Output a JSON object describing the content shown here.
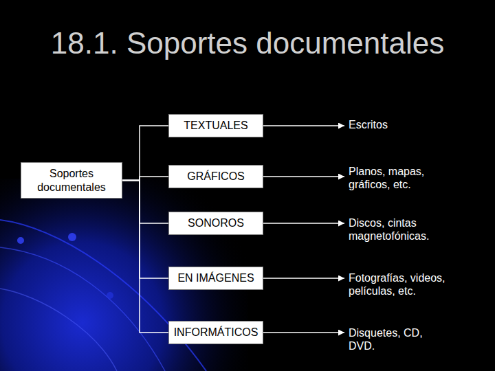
{
  "diagram": {
    "title": "18.1. Soportes documentales",
    "nodes": [
      {
        "text": [
          "Soportes documentales"
        ]
      },
      {
        "text": [
          "TEXTUALES"
        ]
      },
      {
        "text": [
          "Escritos"
        ]
      },
      {
        "text": [
          "GRÁFICOS"
        ]
      },
      {
        "text": [
          "Planos, mapas, gráficos, etc."
        ]
      },
      {
        "text": [
          "SONOROS"
        ]
      },
      {
        "text": [
          "Discos, cintas magnetofónicas."
        ]
      },
      {
        "text": [
          "EN IMÁGENES"
        ]
      },
      {
        "text": [
          "Fotografías, videos, películas, etc."
        ]
      },
      {
        "text": [
          "INFORMÁTICOS"
        ]
      },
      {
        "text": [
          "Disquetes, CD, DVD."
        ]
      }
    ],
    "edges": [
      {
        "from": 0,
        "to": 1,
        "arrow": "none"
      },
      {
        "from": 0,
        "to": 3,
        "arrow": "none"
      },
      {
        "from": 0,
        "to": 5,
        "arrow": "none"
      },
      {
        "from": 0,
        "to": 7,
        "arrow": "none"
      },
      {
        "from": 0,
        "to": 9,
        "arrow": "none"
      },
      {
        "from": 1,
        "to": 2,
        "arrow": "to"
      },
      {
        "from": 3,
        "to": 4,
        "arrow": "to"
      },
      {
        "from": 5,
        "to": 6,
        "arrow": "to"
      },
      {
        "from": 7,
        "to": 8,
        "arrow": "to"
      },
      {
        "from": 9,
        "to": 10,
        "arrow": "to"
      }
    ]
  }
}
